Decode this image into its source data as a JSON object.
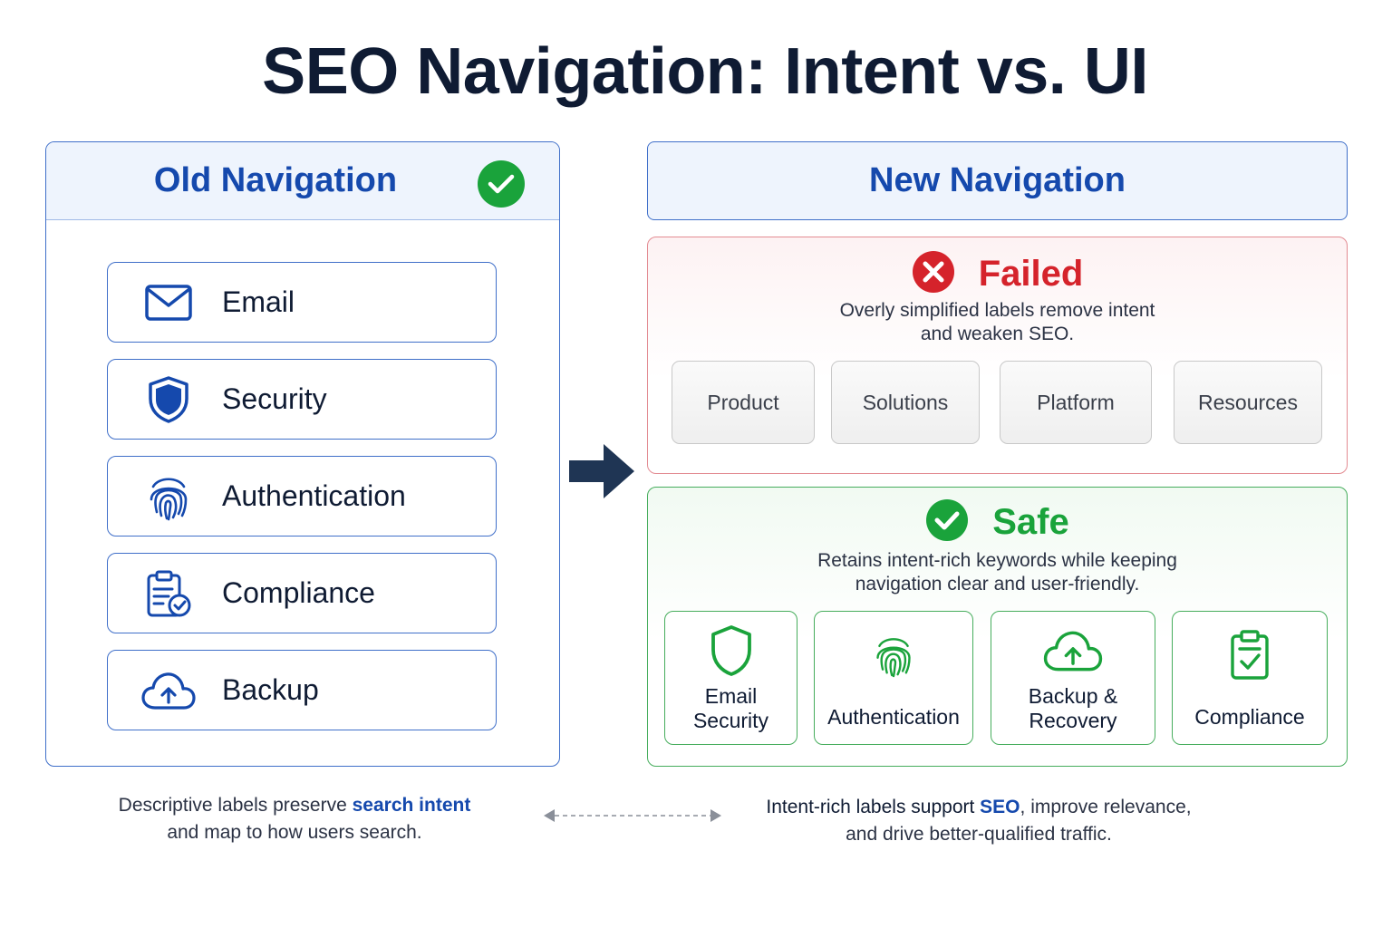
{
  "title": "SEO Navigation: Intent vs. UI",
  "old_nav": {
    "heading": "Old Navigation",
    "items": [
      {
        "label": "Email",
        "icon": "envelope-icon"
      },
      {
        "label": "Security",
        "icon": "shield-icon"
      },
      {
        "label": "Authentication",
        "icon": "fingerprint-icon"
      },
      {
        "label": "Compliance",
        "icon": "clipboard-check-icon"
      },
      {
        "label": "Backup",
        "icon": "cloud-upload-icon"
      }
    ]
  },
  "new_nav": {
    "heading": "New Navigation",
    "failed": {
      "status": "Failed",
      "desc_line1": "Overly simplified labels remove intent",
      "desc_line2": "and weaken SEO.",
      "items": [
        "Product",
        "Solutions",
        "Platform",
        "Resources"
      ]
    },
    "safe": {
      "status": "Safe",
      "desc_line1": "Retains intent-rich keywords while keeping",
      "desc_line2": "navigation clear and user-friendly.",
      "items": [
        {
          "label": "Email\nSecurity",
          "icon": "shield-icon"
        },
        {
          "label": "Authentication",
          "icon": "fingerprint-icon"
        },
        {
          "label": "Backup &\nRecovery",
          "icon": "cloud-upload-icon"
        },
        {
          "label": "Compliance",
          "icon": "clipboard-check-icon"
        }
      ]
    }
  },
  "footer": {
    "left_pre": "Descriptive labels preserve ",
    "left_highlight": "search intent",
    "left_post": "and map to how users search.",
    "right_pre": "Intent-rich labels support ",
    "right_highlight": "SEO",
    "right_mid": ", improve relevance,",
    "right_post": "and drive better-qualified traffic."
  },
  "colors": {
    "blue": "#1549ad",
    "green": "#1aa33b",
    "red": "#d5232b",
    "navy": "#0f1b33"
  }
}
